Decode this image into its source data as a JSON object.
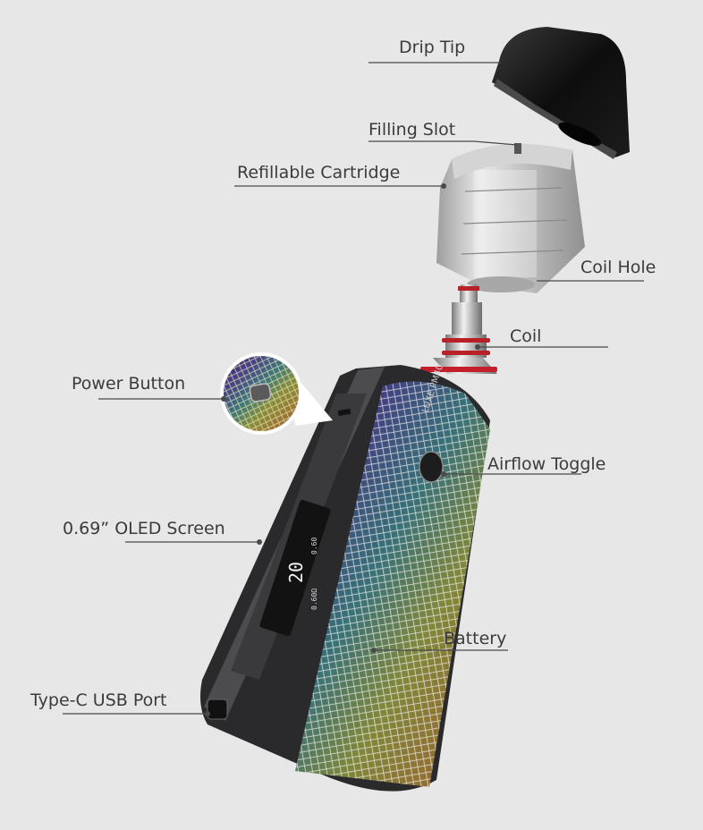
{
  "diagram": {
    "brand_mark": "LUXE PM40",
    "screen": {
      "power": "20",
      "resistance": "0.60Ω",
      "puffs": "0.60"
    },
    "labels": [
      {
        "id": "drip-tip",
        "text": "Drip Tip"
      },
      {
        "id": "filling-slot",
        "text": "Filling Slot"
      },
      {
        "id": "refillable-cartridge",
        "text": "Refillable Cartridge"
      },
      {
        "id": "coil-hole",
        "text": "Coil Hole"
      },
      {
        "id": "coil",
        "text": "Coil"
      },
      {
        "id": "power-button",
        "text": "Power Button"
      },
      {
        "id": "airflow-toggle",
        "text": "Airflow Toggle"
      },
      {
        "id": "oled-screen",
        "text": "0.69” OLED Screen"
      },
      {
        "id": "battery",
        "text": "Battery"
      },
      {
        "id": "usb-port",
        "text": "Type-C USB Port"
      }
    ]
  },
  "colors": {
    "background": "#e7e7e7",
    "body_dark": "#2a2a2c",
    "coil_red": "#b8202a",
    "label_text": "#3b3b3b"
  }
}
